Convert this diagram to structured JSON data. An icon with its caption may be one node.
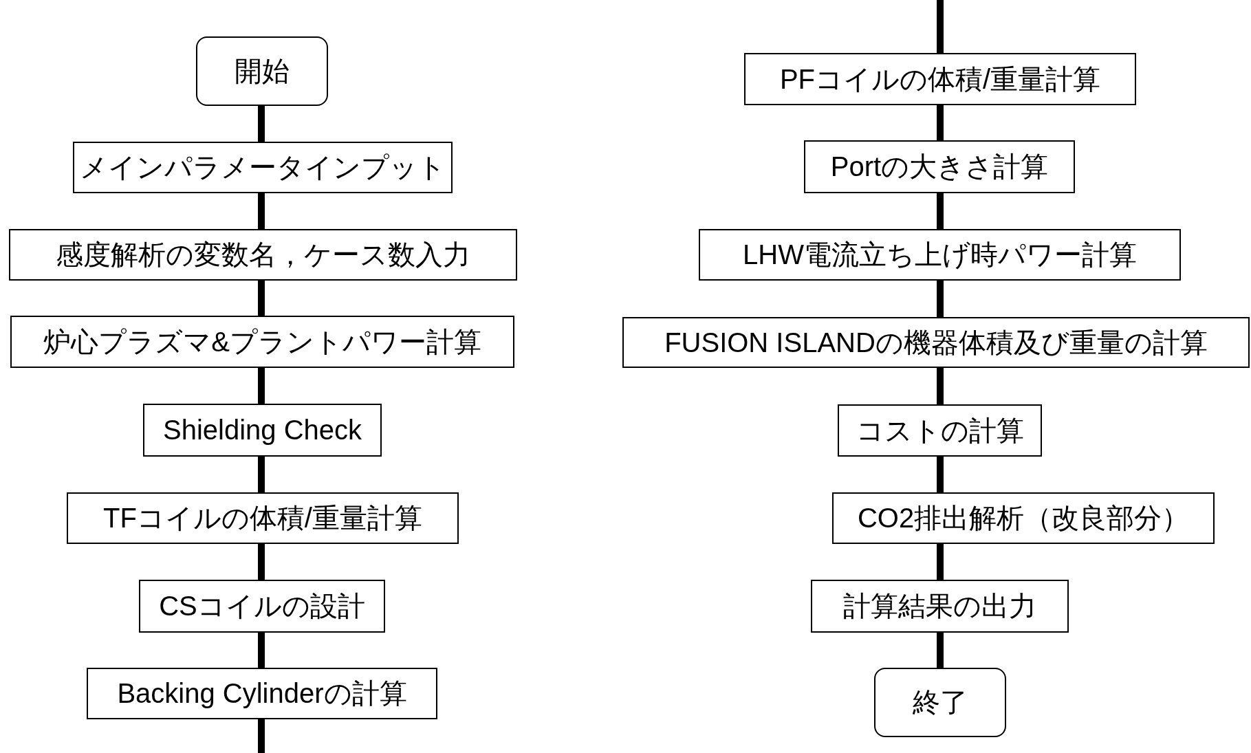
{
  "diagram": {
    "nodes": [
      {
        "text": [
          "開始"
        ]
      },
      {
        "text": [
          "メインパラメータインプット"
        ]
      },
      {
        "text": [
          "感度解析の変数名，ケース数入力"
        ]
      },
      {
        "text": [
          "炉心プラズマ&プラントパワー計算"
        ]
      },
      {
        "text": [
          "Shielding Check"
        ]
      },
      {
        "text": [
          "TFコイルの体積/重量計算"
        ]
      },
      {
        "text": [
          "CSコイルの設計"
        ]
      },
      {
        "text": [
          "Backing Cylinderの計算"
        ]
      },
      {
        "text": [
          "PFコイルの体積/重量計算"
        ]
      },
      {
        "text": [
          "Portの大きさ計算"
        ]
      },
      {
        "text": [
          "LHW電流立ち上げ時パワー計算"
        ]
      },
      {
        "text": [
          "FUSION ISLANDの機器体積及び重量の計算"
        ]
      },
      {
        "text": [
          "コストの計算"
        ]
      },
      {
        "text": [
          "CO2排出解析（改良部分）"
        ]
      },
      {
        "text": [
          "計算結果の出力"
        ]
      },
      {
        "text": [
          "終了"
        ]
      }
    ],
    "edges": [
      {
        "from": 0,
        "to": 1,
        "arrow": "none"
      },
      {
        "from": 1,
        "to": 2,
        "arrow": "none"
      },
      {
        "from": 2,
        "to": 3,
        "arrow": "none"
      },
      {
        "from": 3,
        "to": 4,
        "arrow": "none"
      },
      {
        "from": 4,
        "to": 5,
        "arrow": "none"
      },
      {
        "from": 5,
        "to": 6,
        "arrow": "none"
      },
      {
        "from": 6,
        "to": 7,
        "arrow": "none"
      },
      {
        "from": 7,
        "to": null,
        "arrow": "none"
      },
      {
        "from": null,
        "to": 8,
        "arrow": "none"
      },
      {
        "from": 8,
        "to": 9,
        "arrow": "none"
      },
      {
        "from": 9,
        "to": 10,
        "arrow": "none"
      },
      {
        "from": 10,
        "to": 11,
        "arrow": "none"
      },
      {
        "from": 11,
        "to": 12,
        "arrow": "none"
      },
      {
        "from": 12,
        "to": 13,
        "arrow": "none"
      },
      {
        "from": 13,
        "to": 14,
        "arrow": "none"
      },
      {
        "from": 14,
        "to": 15,
        "arrow": "none"
      }
    ]
  }
}
